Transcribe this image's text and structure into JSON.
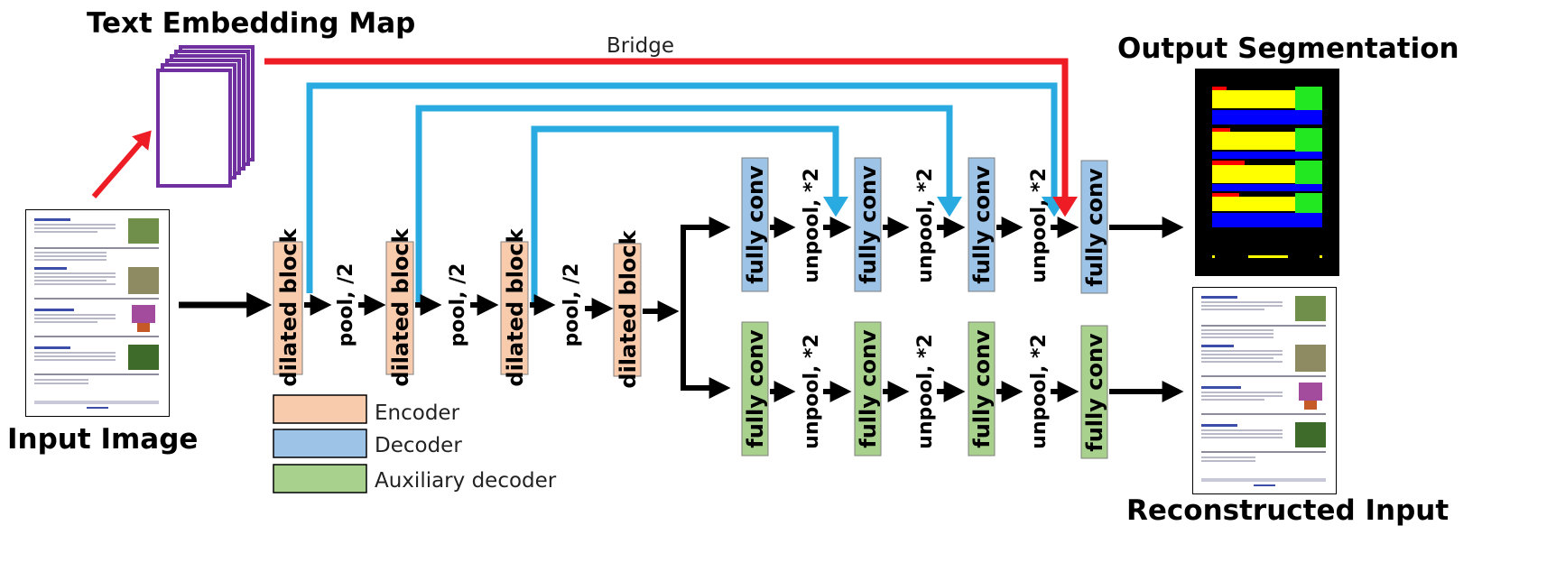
{
  "titles": {
    "text_embedding": "Text Embedding Map",
    "input_image": "Input Image",
    "output_segmentation": "Output Segmentation",
    "reconstructed_input": "Reconstructed Input",
    "bridge": "Bridge"
  },
  "encoder": {
    "blocks": [
      "dilated block",
      "dilated block",
      "dilated block",
      "dilated block"
    ],
    "ops": [
      "pool, /2",
      "pool, /2",
      "pool, /2"
    ]
  },
  "decoder": {
    "blocks": [
      "fully conv",
      "fully conv",
      "fully conv",
      "fully conv"
    ],
    "ops": [
      "unpool, *2",
      "unpool, *2",
      "unpool, *2"
    ]
  },
  "aux_decoder": {
    "blocks": [
      "fully conv",
      "fully conv",
      "fully conv",
      "fully conv"
    ],
    "ops": [
      "unpool, *2",
      "unpool, *2",
      "unpool, *2"
    ]
  },
  "legend": [
    {
      "label": "Encoder",
      "color": "#f8cbad"
    },
    {
      "label": "Decoder",
      "color": "#9dc3e6"
    },
    {
      "label": "Auxiliary decoder",
      "color": "#a9d18e"
    }
  ],
  "colors": {
    "encoder": "#f8cbad",
    "decoder": "#9dc3e6",
    "aux_decoder": "#a9d18e",
    "skip": "#29abe2",
    "bridge": "#ee1c25",
    "embedding": "#7030a0",
    "seg_yellow": "#ffff00",
    "seg_blue": "#0000ff",
    "seg_green": "#22e822",
    "seg_red": "#ff0000"
  },
  "icons": {
    "input_thumbnail": "document-page-icon",
    "reconstructed_thumbnail": "document-page-icon",
    "segmentation": "segmentation-map-icon",
    "embedding": "stacked-maps-icon"
  }
}
